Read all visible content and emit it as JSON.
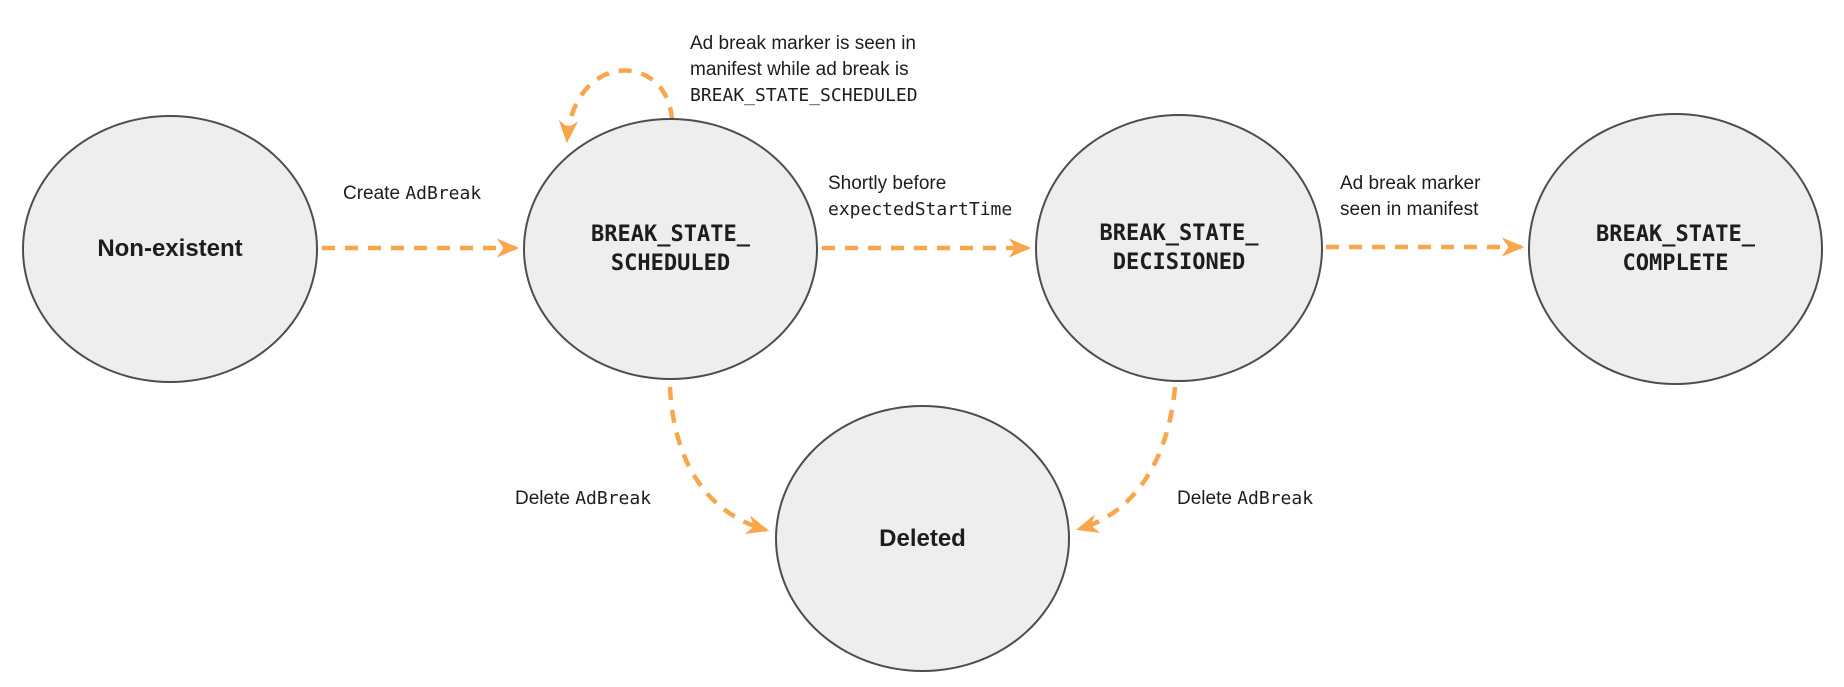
{
  "colors": {
    "arrow": "#F8A64C",
    "node_fill": "#EEEEEE",
    "node_border": "#4D4D4D",
    "text": "#1D1D1D"
  },
  "nodes": [
    {
      "id": "non-existent",
      "line1": "Non-existent"
    },
    {
      "id": "break-state-scheduled",
      "line1": "BREAK_STATE_",
      "line2": "SCHEDULED"
    },
    {
      "id": "break-state-decisioned",
      "line1": "BREAK_STATE_",
      "line2": "DECISIONED"
    },
    {
      "id": "break-state-complete",
      "line1": "BREAK_STATE_",
      "line2": "COMPLETE"
    },
    {
      "id": "deleted",
      "line1": "Deleted"
    }
  ],
  "edge_labels": {
    "loop": {
      "line1": "Ad break marker is seen in",
      "line2": "manifest while ad break is",
      "line3_code": "BREAK_STATE_SCHEDULED"
    },
    "create": {
      "plain": "Create ",
      "code": "AdBreak"
    },
    "shortly": {
      "line1": "Shortly before",
      "line2_code": "expectedStartTime"
    },
    "marker": {
      "line1": "Ad break marker",
      "line2": "seen in manifest"
    },
    "delete_left": {
      "plain": "Delete ",
      "code": "AdBreak"
    },
    "delete_right": {
      "plain": "Delete ",
      "code": "AdBreak"
    }
  },
  "edges": [
    {
      "from": "non-existent",
      "to": "break-state-scheduled",
      "label": "Create AdBreak"
    },
    {
      "from": "break-state-scheduled",
      "to": "break-state-scheduled",
      "label": "Ad break marker is seen in manifest while ad break is BREAK_STATE_SCHEDULED"
    },
    {
      "from": "break-state-scheduled",
      "to": "break-state-decisioned",
      "label": "Shortly before expectedStartTime"
    },
    {
      "from": "break-state-decisioned",
      "to": "break-state-complete",
      "label": "Ad break marker seen in manifest"
    },
    {
      "from": "break-state-scheduled",
      "to": "deleted",
      "label": "Delete AdBreak"
    },
    {
      "from": "break-state-decisioned",
      "to": "deleted",
      "label": "Delete AdBreak"
    }
  ]
}
